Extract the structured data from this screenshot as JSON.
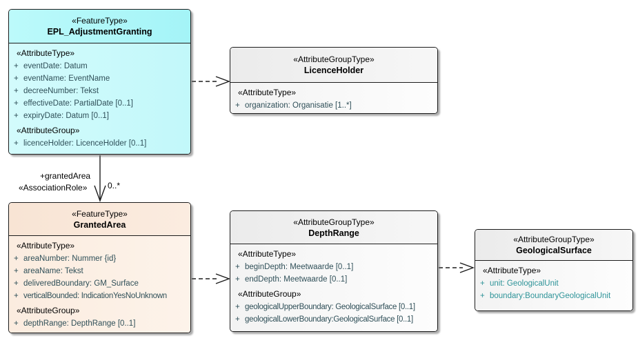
{
  "colors": {
    "attribute_text": "#2f4f58",
    "attribute_teal": "#2d9398",
    "feature_cyan_header": "#a4f4f7",
    "feature_peach_header": "#f8e4d4",
    "group_gray_header": "#ebebeb",
    "line_color": "#1b1b1b"
  },
  "classes": {
    "epl": {
      "stereotype": "«FeatureType»",
      "name": "EPL_AdjustmentGranting",
      "attr_section": "«AttributeType»",
      "attributes": [
        {
          "vis": "+",
          "text": "eventDate: Datum"
        },
        {
          "vis": "+",
          "text": "eventName: EventName"
        },
        {
          "vis": "+",
          "text": "decreeNumber: Tekst"
        },
        {
          "vis": "+",
          "text": "effectiveDate: PartialDate [0..1]"
        },
        {
          "vis": "+",
          "text": "expiryDate: Datum [0..1]"
        }
      ],
      "group_section": "«AttributeGroup»",
      "group_attributes": [
        {
          "vis": "+",
          "text": "licenceHolder: LicenceHolder [0..1]"
        }
      ]
    },
    "licence_holder": {
      "stereotype": "«AttributeGroupType»",
      "name": "LicenceHolder",
      "attr_section": "«AttributeType»",
      "attributes": [
        {
          "vis": "+",
          "text": "organization: Organisatie [1..*]"
        }
      ]
    },
    "granted_area": {
      "stereotype": "«FeatureType»",
      "name": "GrantedArea",
      "attr_section": "«AttributeType»",
      "attributes": [
        {
          "vis": "+",
          "text": "areaNumber: Nummer {id}"
        },
        {
          "vis": "+",
          "text": "areaName: Tekst"
        },
        {
          "vis": "+",
          "text": "deliveredBoundary: GM_Surface"
        },
        {
          "vis": "+",
          "text": "verticalBounded: IndicationYesNoUnknown"
        }
      ],
      "group_section": "«AttributeGroup»",
      "group_attributes": [
        {
          "vis": "+",
          "text": "depthRange: DepthRange [0..1]"
        }
      ]
    },
    "depth_range": {
      "stereotype": "«AttributeGroupType»",
      "name": "DepthRange",
      "attr_section": "«AttributeType»",
      "attributes": [
        {
          "vis": "+",
          "text": "beginDepth: Meetwaarde [0..1]"
        },
        {
          "vis": "+",
          "text": "endDepth: Meetwaarde [0..1]"
        }
      ],
      "group_section": "«AttributeGroup»",
      "group_attributes": [
        {
          "vis": "+",
          "text": "geologicalUpperBoundary: GeologicalSurface [0..1]"
        },
        {
          "vis": "+",
          "text": "geologicalLowerBoundary:GeologicalSurface [0..1]"
        }
      ]
    },
    "geological_surface": {
      "stereotype": "«AttributeGroupType»",
      "name": "GeologicalSurface",
      "attr_section": "«AttributeType»",
      "attributes": [
        {
          "vis": "+",
          "text": "unit: GeologicalUnit"
        },
        {
          "vis": "+",
          "text": "boundary:BoundaryGeologicalUnit"
        }
      ]
    }
  },
  "association": {
    "role": "+grantedArea",
    "stereotype": "«AssociationRole»",
    "multiplicity": "0..*"
  }
}
